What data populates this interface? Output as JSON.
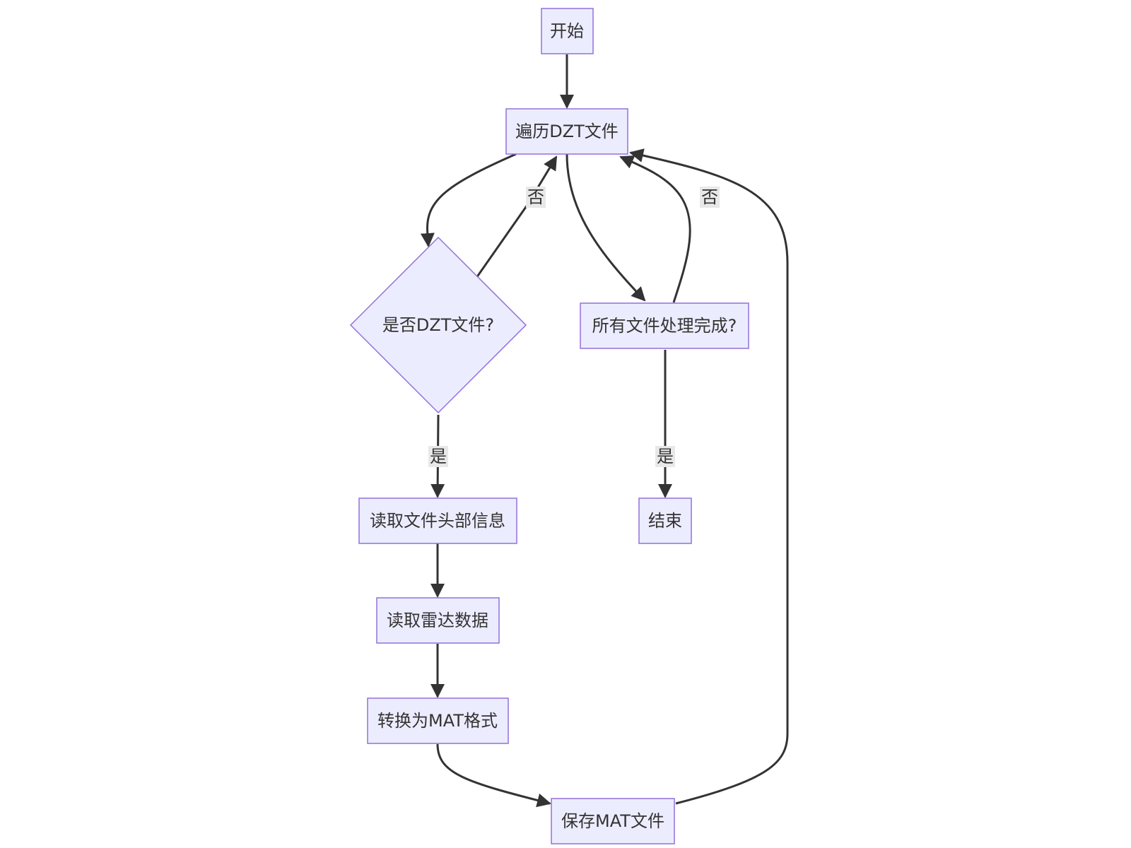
{
  "diagram": {
    "type": "flowchart",
    "nodes": {
      "start": "开始",
      "traverse": "遍历DZT文件",
      "is_dzt": "是否DZT文件?",
      "all_done": "所有文件处理完成?",
      "read_header": "读取文件头部信息",
      "end": "结束",
      "read_radar": "读取雷达数据",
      "convert": "转换为MAT格式",
      "save": "保存MAT文件"
    },
    "edges": [
      {
        "from": "start",
        "to": "traverse",
        "label": ""
      },
      {
        "from": "traverse",
        "to": "is_dzt",
        "label": ""
      },
      {
        "from": "is_dzt",
        "to": "traverse",
        "label": "否"
      },
      {
        "from": "traverse",
        "to": "all_done",
        "label": ""
      },
      {
        "from": "all_done",
        "to": "traverse",
        "label": "否"
      },
      {
        "from": "is_dzt",
        "to": "read_header",
        "label": "是"
      },
      {
        "from": "all_done",
        "to": "end",
        "label": "是"
      },
      {
        "from": "read_header",
        "to": "read_radar",
        "label": ""
      },
      {
        "from": "read_radar",
        "to": "convert",
        "label": ""
      },
      {
        "from": "convert",
        "to": "save",
        "label": ""
      },
      {
        "from": "save",
        "to": "traverse",
        "label": ""
      }
    ],
    "colors": {
      "node_fill": "#ECECFF",
      "node_stroke": "#9370DB",
      "edge": "#333333",
      "text": "#333333",
      "edge_label_bg": "#e8e8e8"
    }
  }
}
